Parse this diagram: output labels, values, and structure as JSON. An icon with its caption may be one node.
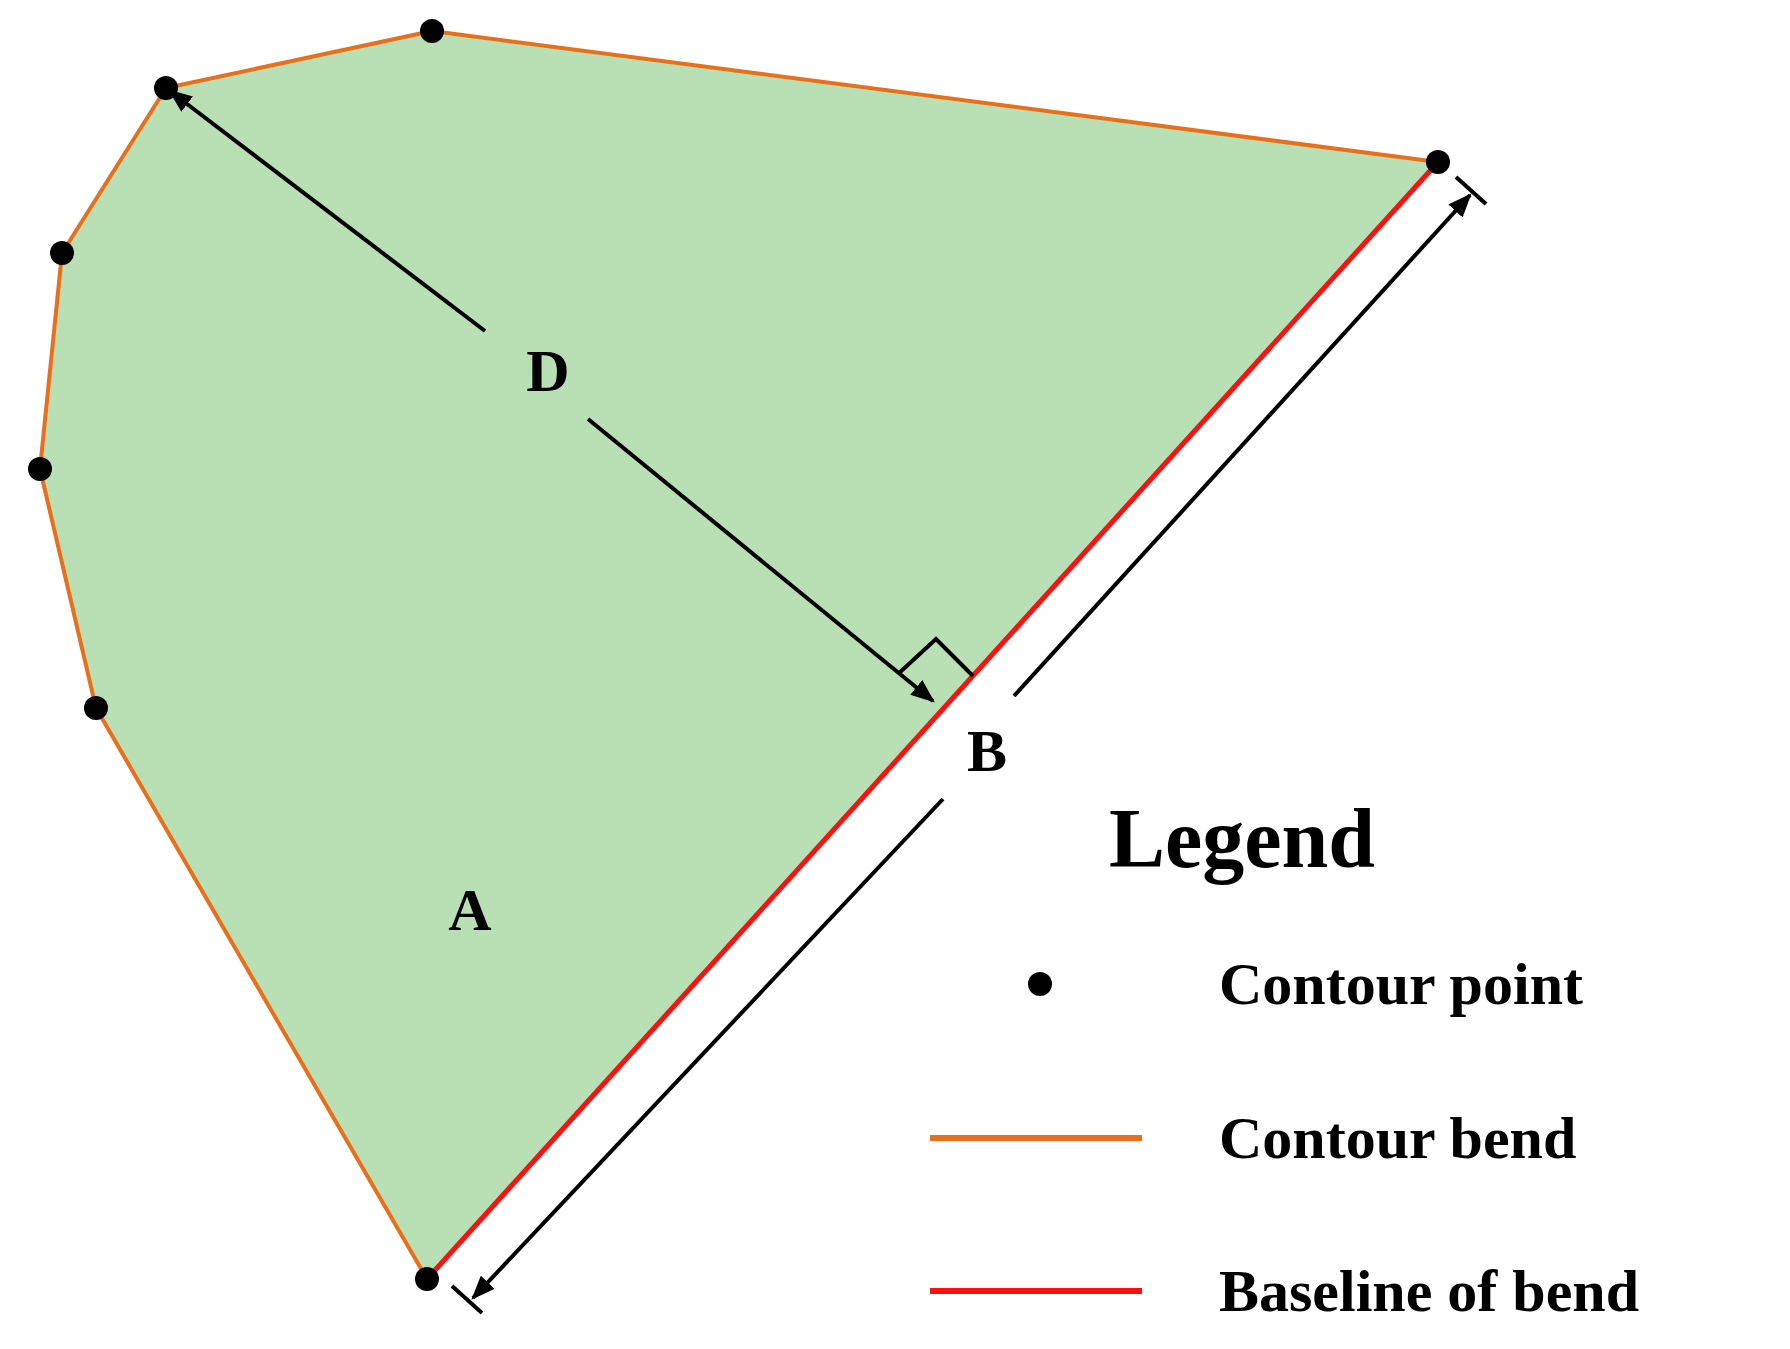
{
  "diagram": {
    "labels": [
      "D",
      "B",
      "A",
      "Legend"
    ],
    "legend": [
      {
        "text": "Contour point"
      },
      {
        "text": "Contour bend"
      },
      {
        "text": "Baseline of bend"
      }
    ]
  }
}
